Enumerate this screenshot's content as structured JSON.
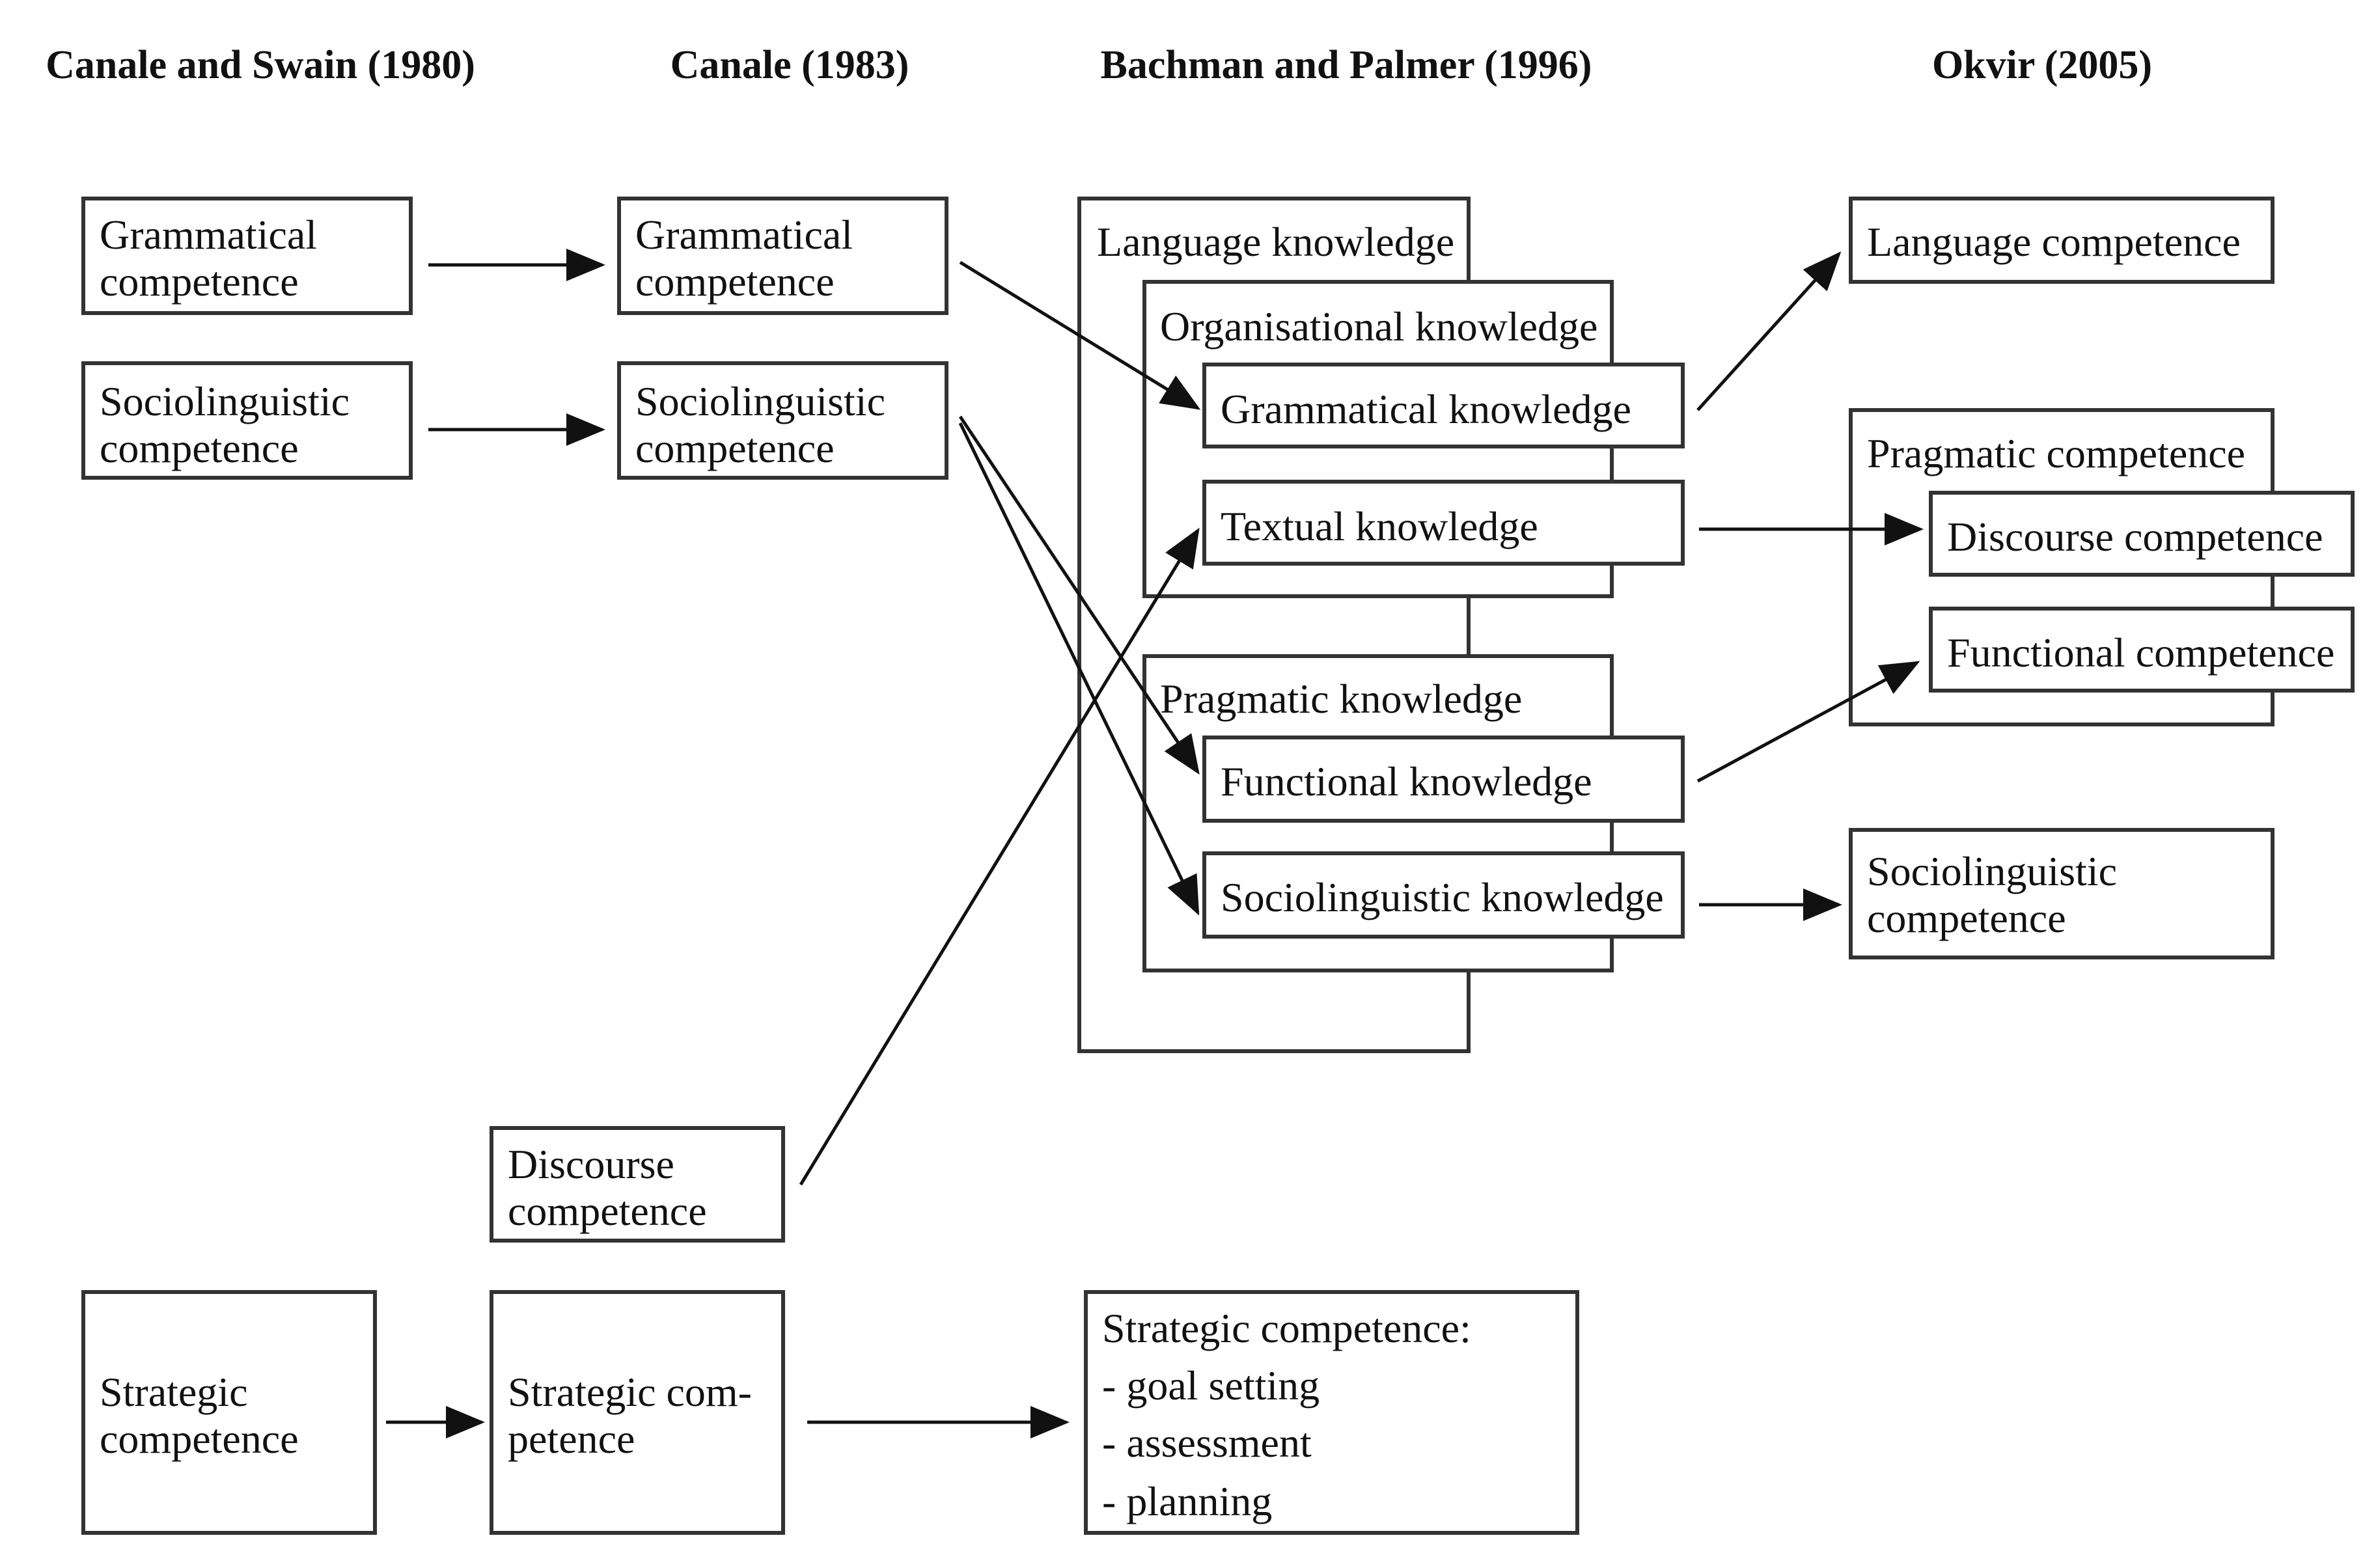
{
  "headers": {
    "canale_swain": "Canale and Swain (1980)",
    "canale": "Canale (1983)",
    "bachman_palmer": "Bachman and Palmer (1996)",
    "okvir": "Okvir (2005)"
  },
  "canale_swain": {
    "grammatical": [
      "Grammatical",
      "competence"
    ],
    "sociolinguistic": [
      "Sociolinguistic",
      "competence"
    ],
    "strategic": [
      "Strategic",
      "competence"
    ]
  },
  "canale": {
    "grammatical": [
      "Grammatical",
      "competence"
    ],
    "sociolinguistic": [
      "Sociolinguistic",
      "competence"
    ],
    "discourse": [
      "Discourse",
      "competence"
    ],
    "strategic": [
      "Strategic com-",
      "petence"
    ]
  },
  "bachman_palmer": {
    "language_knowledge": "Language knowledge",
    "organisational_knowledge": "Organisational knowledge",
    "grammatical_knowledge": "Grammatical knowledge",
    "textual_knowledge": "Textual knowledge",
    "pragmatic_knowledge": "Pragmatic knowledge",
    "functional_knowledge": "Functional knowledge",
    "sociolinguistic_knowledge": "Sociolinguistic knowledge",
    "strategic": [
      "Strategic competence:",
      "- goal setting",
      "- assessment",
      "- planning"
    ]
  },
  "okvir": {
    "language_competence": "Language competence",
    "pragmatic_competence": "Pragmatic competence",
    "discourse_competence": "Discourse competence",
    "functional_competence": "Functional competence",
    "sociolinguistic": [
      "Sociolinguistic",
      "competence"
    ]
  }
}
